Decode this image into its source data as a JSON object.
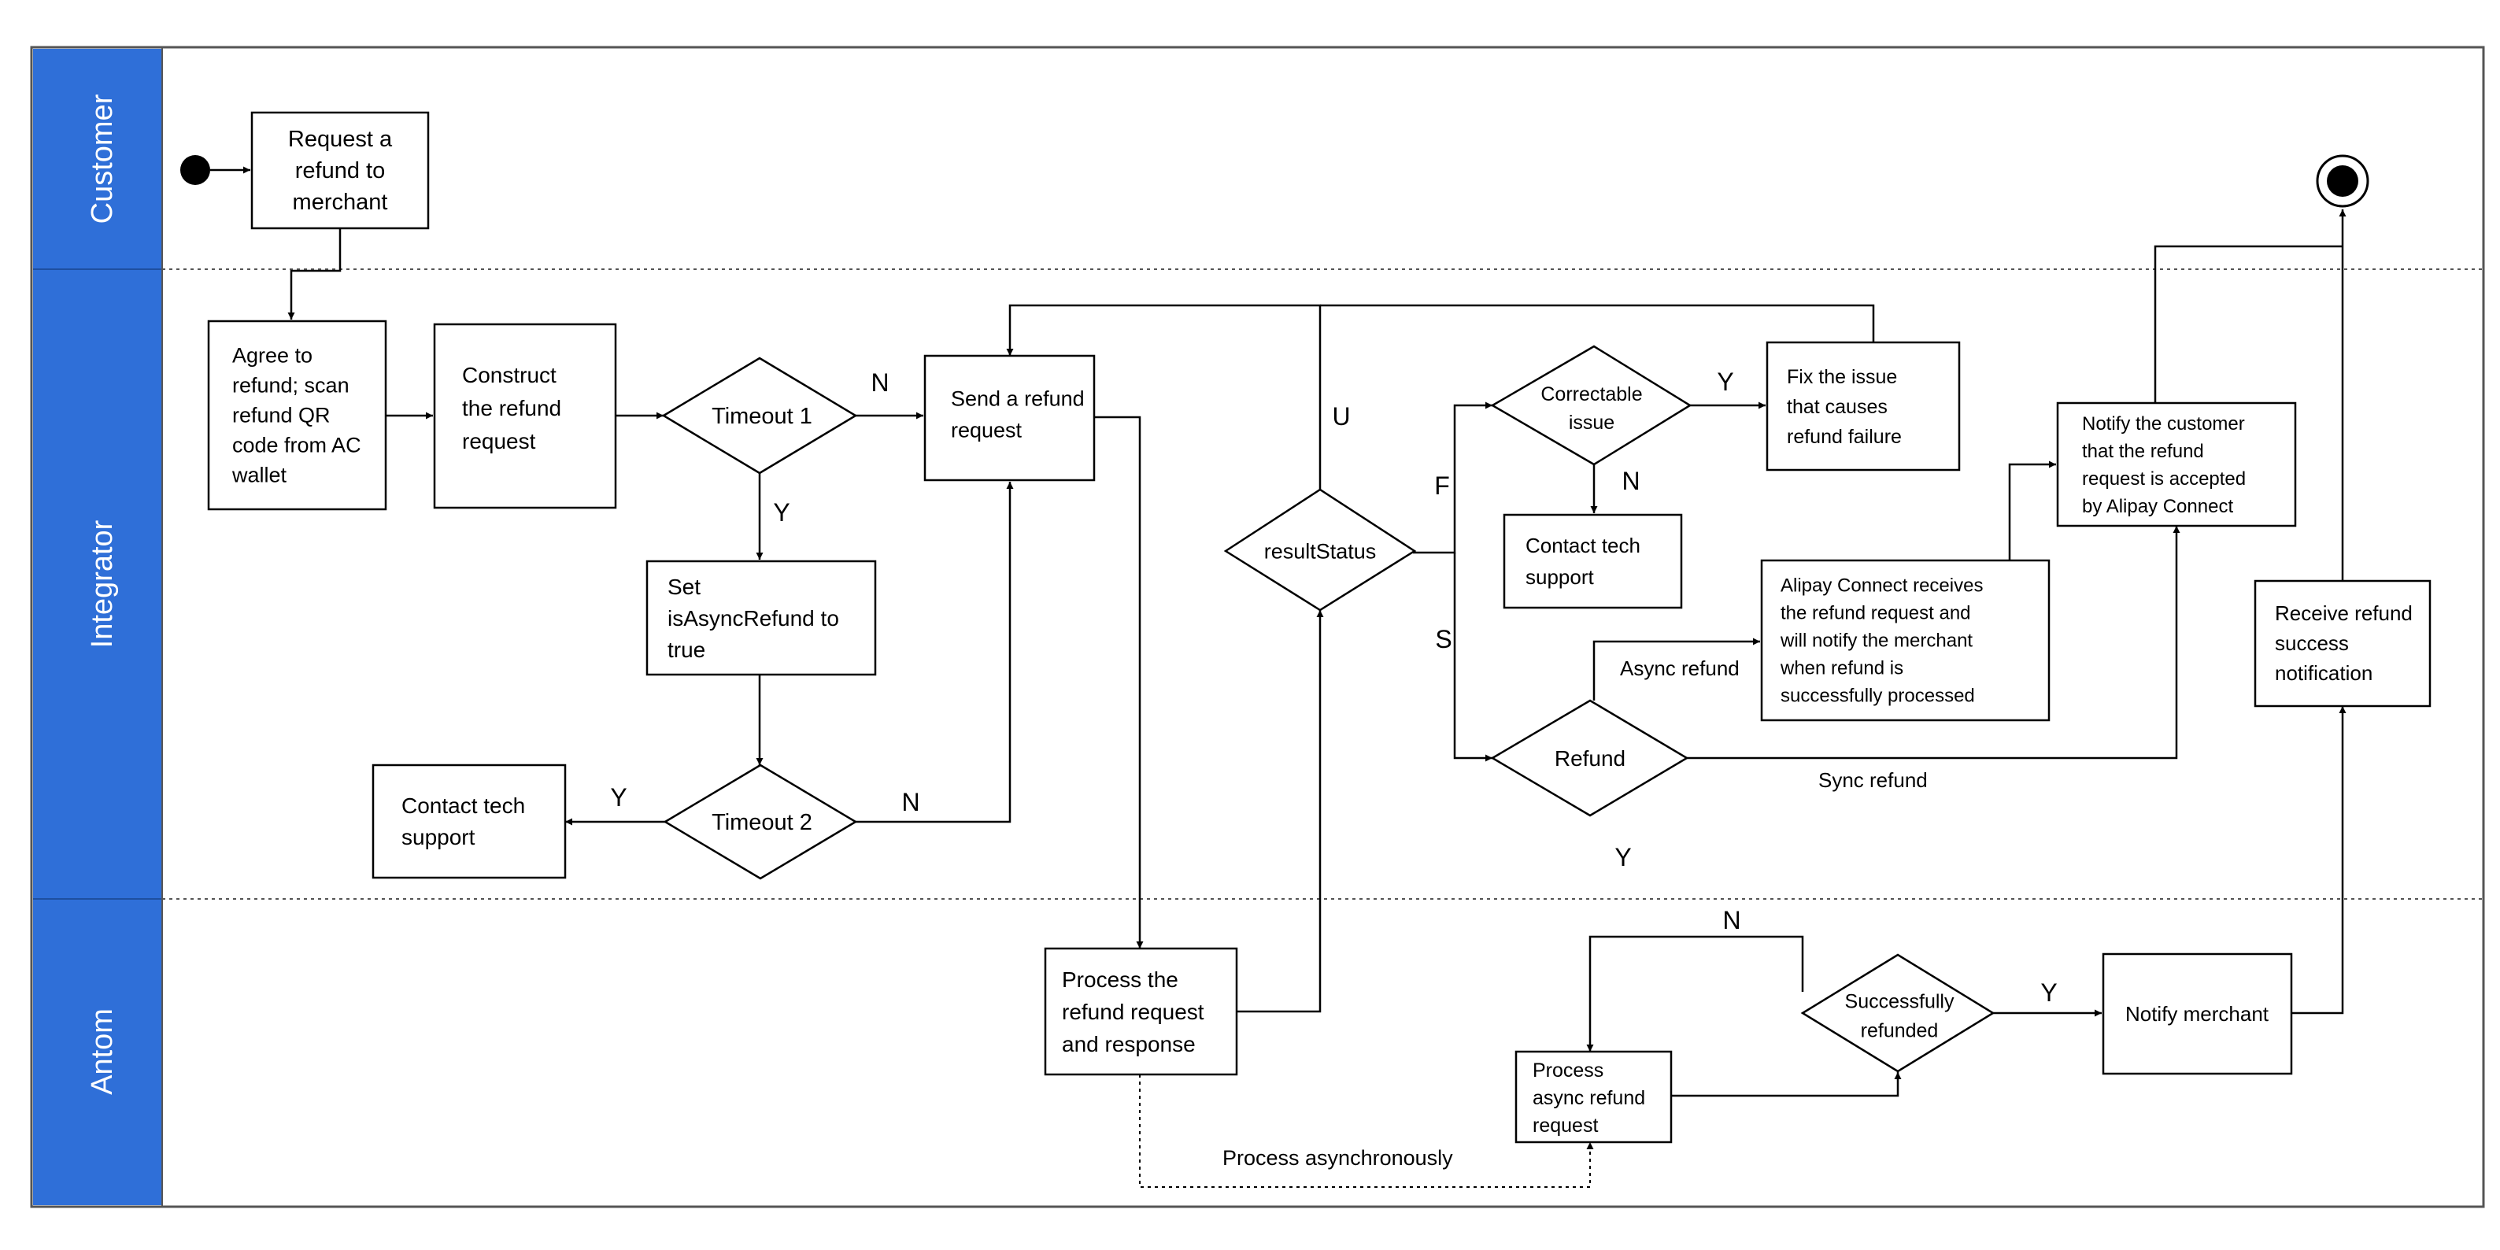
{
  "colors": {
    "lane_header": "#2F6FD8",
    "stroke": "#000000",
    "text": "#000000",
    "lane_text": "#ffffff",
    "divider": "#555555"
  },
  "lanes": [
    {
      "id": "customer",
      "label": "Customer"
    },
    {
      "id": "integrator",
      "label": "Integrator"
    },
    {
      "id": "antom",
      "label": "Antom"
    }
  ],
  "nodes": {
    "request_refund": {
      "lines": [
        "Request a",
        "refund to",
        "merchant"
      ]
    },
    "agree_scan": {
      "lines": [
        "Agree to",
        "refund; scan",
        "refund QR",
        "code from AC",
        "wallet"
      ]
    },
    "construct": {
      "lines": [
        "Construct",
        "the refund",
        "request"
      ]
    },
    "timeout1": {
      "lines": [
        "Timeout 1"
      ]
    },
    "send_refund": {
      "lines": [
        "Send a refund",
        "request"
      ]
    },
    "set_async": {
      "lines": [
        "Set",
        "isAsyncRefund to",
        "true"
      ]
    },
    "timeout2": {
      "lines": [
        "Timeout 2"
      ]
    },
    "contact_tech_1": {
      "lines": [
        "Contact tech",
        "support"
      ]
    },
    "result_status": {
      "lines": [
        "resultStatus"
      ]
    },
    "correctable": {
      "lines": [
        "Correctable",
        "issue"
      ]
    },
    "fix_issue": {
      "lines": [
        "Fix the issue",
        "that causes",
        "refund failure"
      ]
    },
    "contact_tech_2": {
      "lines": [
        "Contact tech",
        "support"
      ]
    },
    "alipay_receives": {
      "lines": [
        "Alipay Connect receives",
        "the refund request and",
        "will notify the merchant",
        "when refund is",
        "successfully processed"
      ]
    },
    "refund_decision": {
      "lines": [
        "Refund"
      ]
    },
    "notify_customer": {
      "lines": [
        "Notify the customer",
        "that the refund",
        "request is accepted",
        "by Alipay Connect"
      ]
    },
    "receive_success": {
      "lines": [
        "Receive refund",
        "success",
        "notification"
      ]
    },
    "process_refund": {
      "lines": [
        "Process the",
        "refund request",
        "and response"
      ]
    },
    "process_async": {
      "lines": [
        "Process",
        "async refund",
        "request"
      ]
    },
    "successfully_refunded": {
      "lines": [
        "Successfully",
        "refunded"
      ]
    },
    "notify_merchant": {
      "lines": [
        "Notify merchant"
      ]
    }
  },
  "edge_labels": {
    "timeout1_no": "N",
    "timeout1_yes": "Y",
    "timeout2_yes": "Y",
    "timeout2_no": "N",
    "status_u": "U",
    "status_f": "F",
    "status_s": "S",
    "correctable_yes": "Y",
    "correctable_no": "N",
    "async_refund": "Async refund",
    "sync_refund": "Sync refund",
    "refund_y": "Y",
    "successfully_no": "N",
    "successfully_yes": "Y",
    "process_async_label": "Process asynchronously"
  }
}
